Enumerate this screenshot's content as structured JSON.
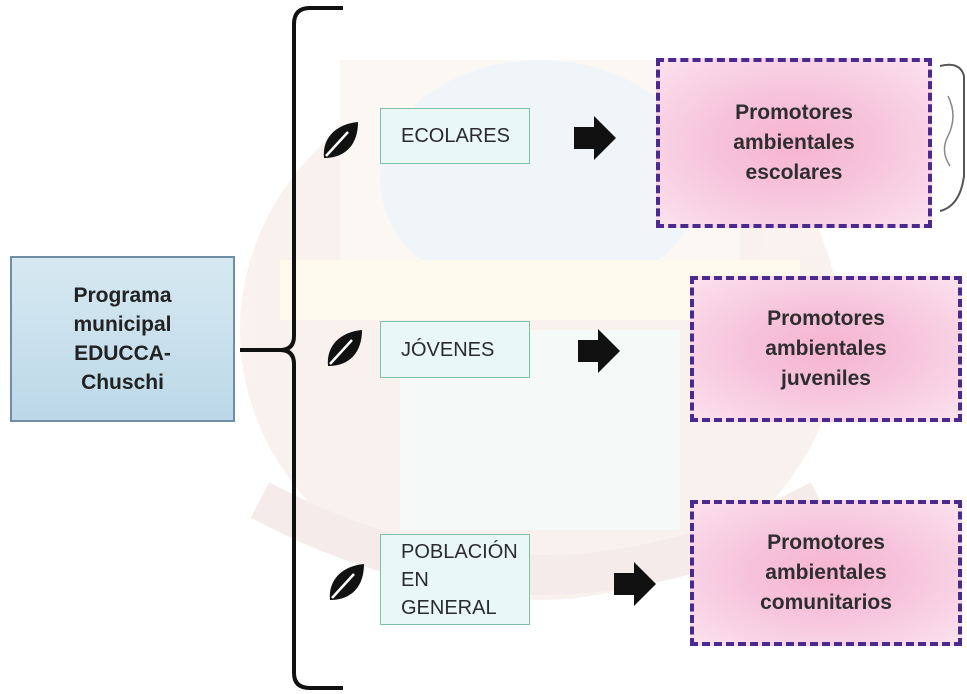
{
  "root": {
    "label": "Programa\nmunicipal\nEDUCCA-\nChuschi"
  },
  "branches": [
    {
      "category": "ECOLARES",
      "result": "Promotores\nambientales\nescolares"
    },
    {
      "category": "JÓVENES",
      "result": "Promotores\nambientales\njuveniles"
    },
    {
      "category": "POBLACIÓN\nEN GENERAL",
      "result": "Promotores\nambientales\ncomunitarios"
    }
  ],
  "colors": {
    "root_fill": "#c9e1ee",
    "category_border": "#7fc1a7",
    "result_border": "#4b2a8f",
    "result_fill": "#f7b3d0"
  },
  "icons": [
    "leaf-icon",
    "arrow-right-icon"
  ]
}
